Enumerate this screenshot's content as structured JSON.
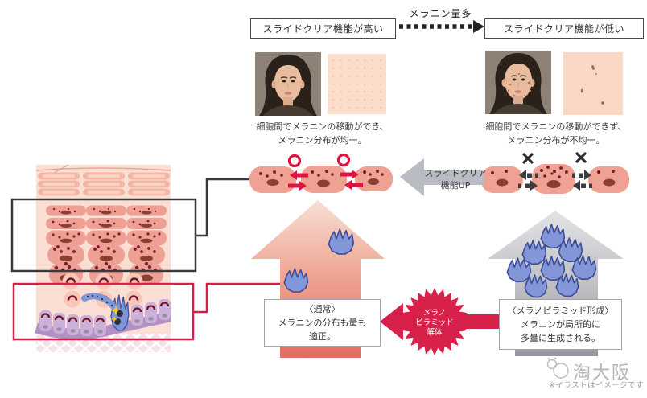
{
  "header": {
    "box_high": "スライドクリア機能が高い",
    "box_low": "スライドクリア機能が低い",
    "melanin_label": "メラニン量多"
  },
  "left_side": {
    "caption1": "細胞間でメラニンの移動ができ、",
    "caption2": "メラニン分布が均一。",
    "result1": "〈通常〉",
    "result2": "メラニンの分布も量も",
    "result3": "適正。"
  },
  "right_side": {
    "caption1": "細胞間でメラニンの移動ができず、",
    "caption2": "メラニン分布が不均一。",
    "result1": "〈メラノピラミッド形成〉",
    "result2": "メラニンが局所的に",
    "result3": "多量に生成される。"
  },
  "center": {
    "slide_arrow1": "スライドクリア",
    "slide_arrow2": "機能UP",
    "burst1": "メラノ",
    "burst2": "ピラミッド",
    "burst3": "解体"
  },
  "footer": {
    "logo": "淘大阪",
    "note": "※イラストはイメージです"
  },
  "colors": {
    "red": "#d7214a",
    "cell_arrow_red": "#e01340",
    "gray_arrow": "#b9bcc2",
    "cell_pink": "#efa193",
    "blue_cell": "#8296d8",
    "dark": "#3a3a40"
  }
}
